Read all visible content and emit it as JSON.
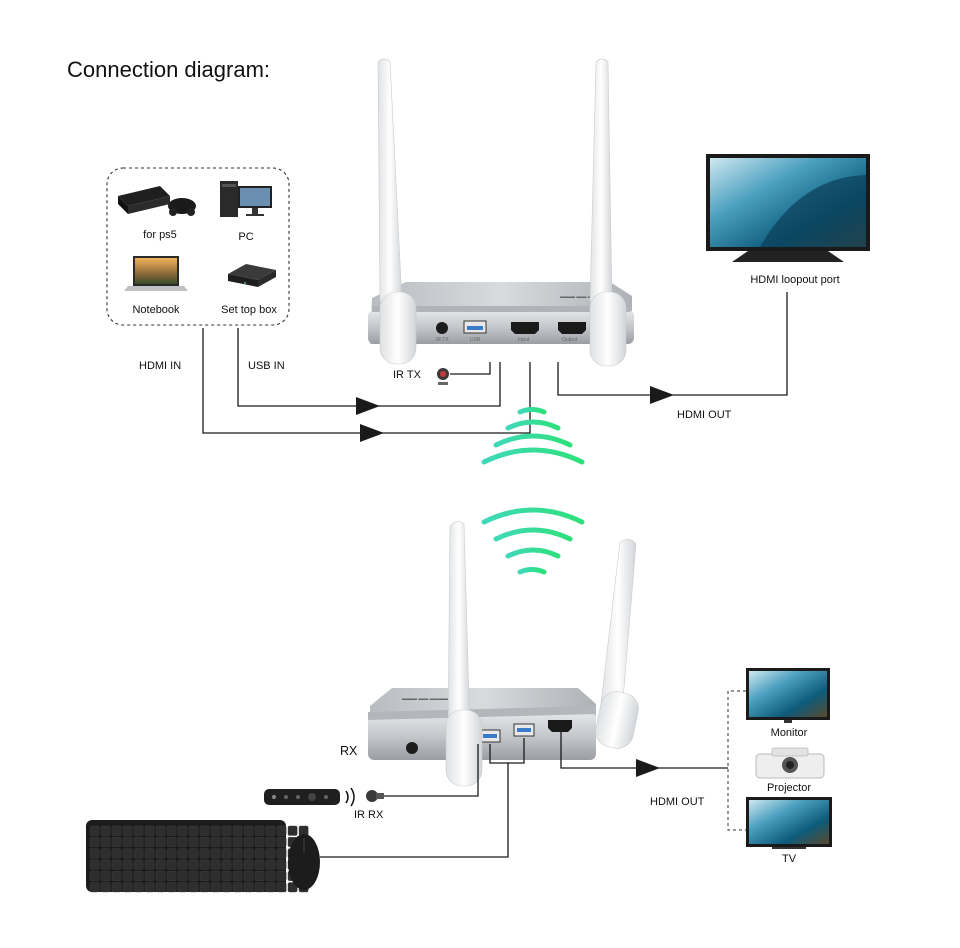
{
  "title": "Connection diagram:",
  "sources": {
    "items": [
      {
        "label": "for ps5"
      },
      {
        "label": "PC"
      },
      {
        "label": "Notebook"
      },
      {
        "label": "Set top box"
      }
    ]
  },
  "transmitter": {
    "hdmi_in_label": "HDMI IN",
    "usb_in_label": "USB IN",
    "ir_tx_label": "IR TX",
    "hdmi_out_label": "HDMI OUT",
    "loopout_label": "HDMI loopout port",
    "ports": [
      "IR TX",
      "USB",
      "Input",
      "Output"
    ]
  },
  "receiver": {
    "rx_label": "RX",
    "ir_rx_label": "IR RX",
    "hdmi_out_label": "HDMI OUT"
  },
  "displays": [
    {
      "label": "Monitor"
    },
    {
      "label": "Projector"
    },
    {
      "label": "TV"
    }
  ],
  "colors": {
    "wifi_top": "#3fd9b8",
    "wifi_bottom": "#2ee07a",
    "wire": "#1a1a1a",
    "device_silver": "#c9ccd0"
  }
}
